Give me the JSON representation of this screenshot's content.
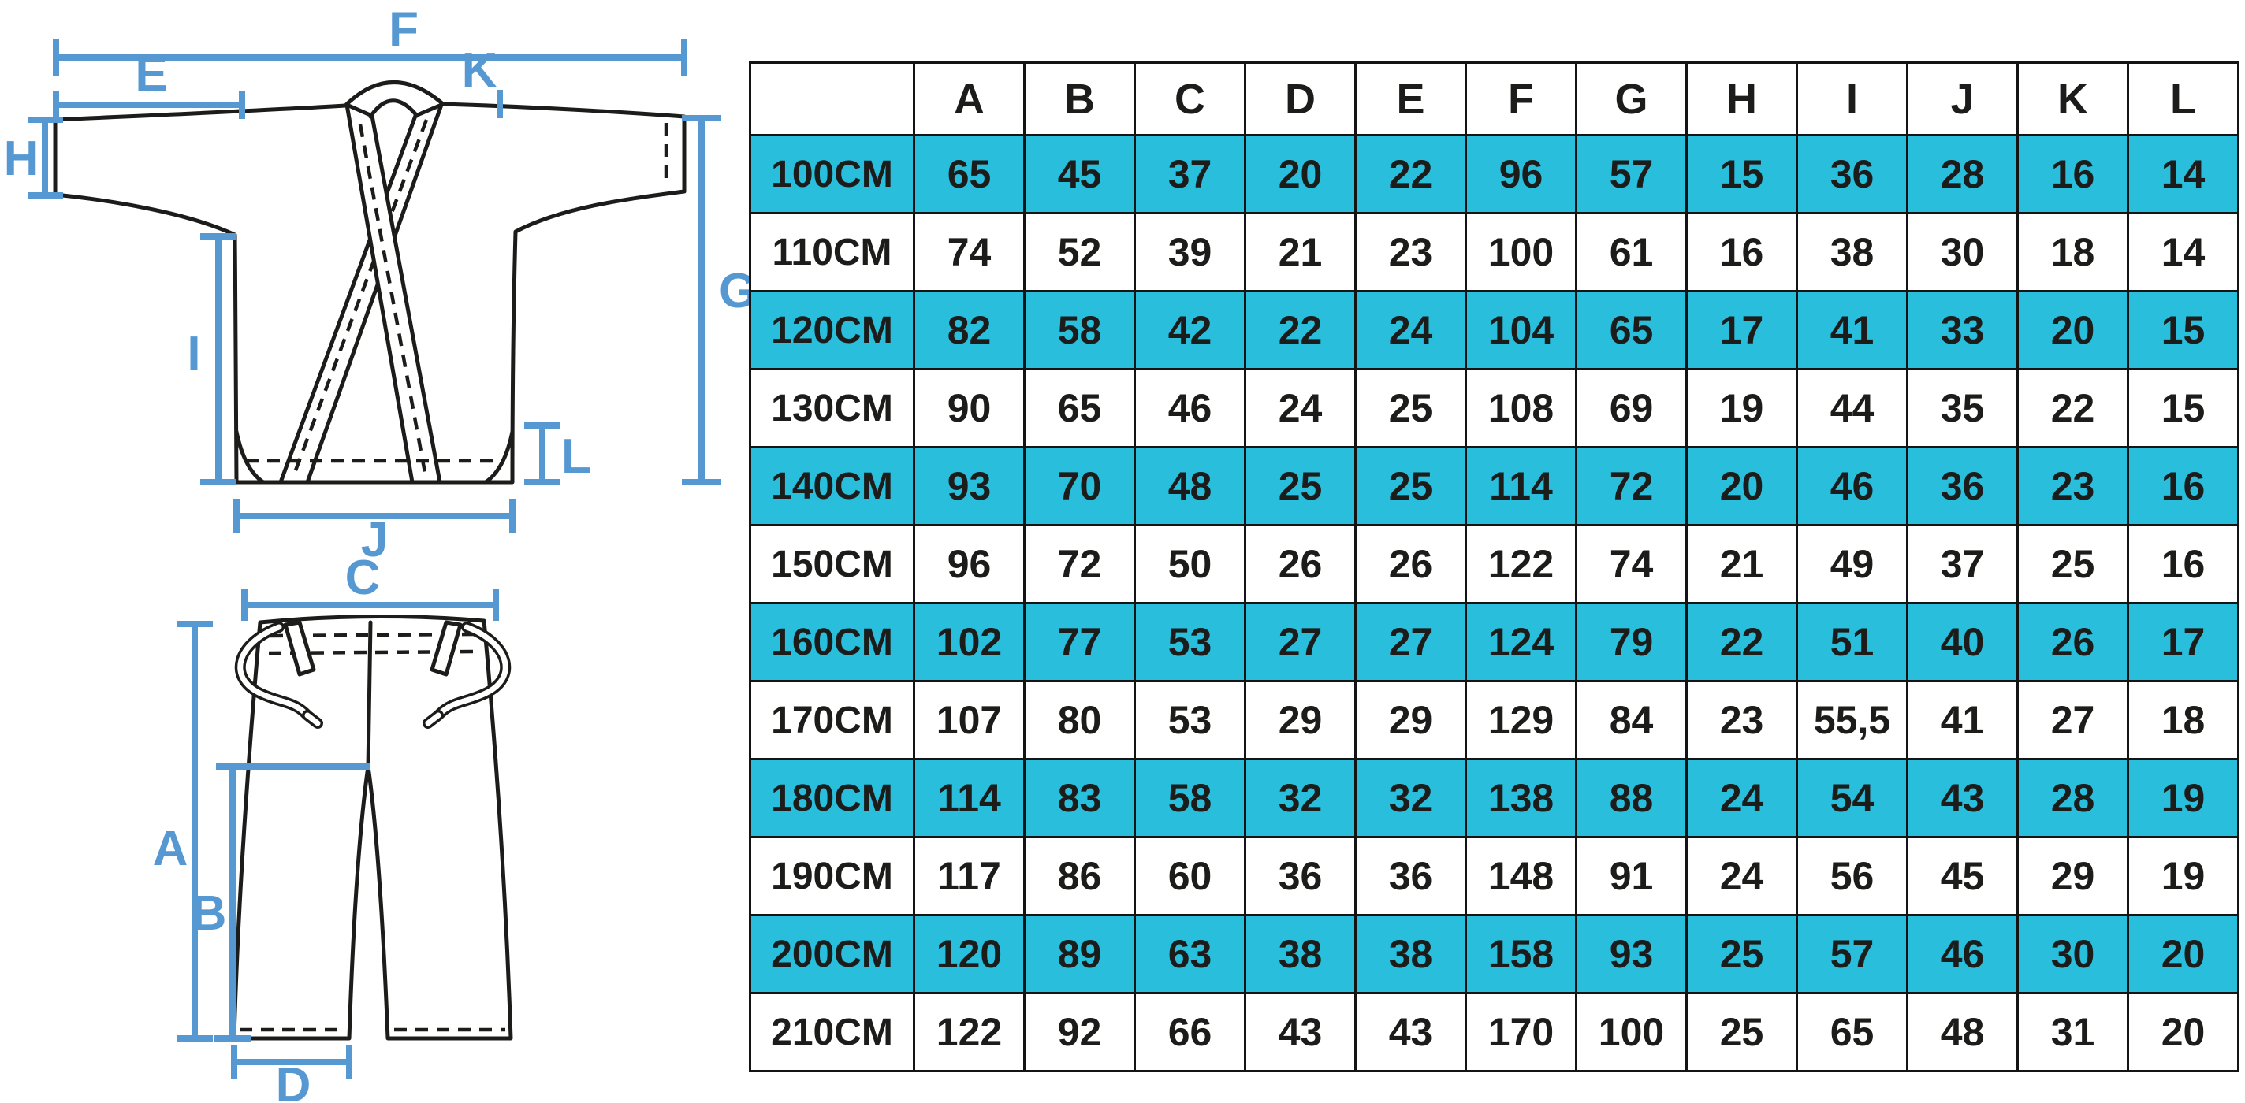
{
  "meta": {
    "accent_blue": "#5598d2",
    "highlight_cyan": "#28bedc",
    "ink": "#1c1c1a",
    "background": "#ffffff"
  },
  "diagram_labels": {
    "jacket": [
      "F",
      "E",
      "K",
      "H",
      "G",
      "I",
      "L",
      "J"
    ],
    "pants": [
      "C",
      "A",
      "B",
      "D"
    ]
  },
  "size_table": {
    "columns": [
      "A",
      "B",
      "C",
      "D",
      "E",
      "F",
      "G",
      "H",
      "I",
      "J",
      "K",
      "L"
    ],
    "corner": "",
    "rows": [
      {
        "size": "100CM",
        "highlighted": true,
        "values": [
          "65",
          "45",
          "37",
          "20",
          "22",
          "96",
          "57",
          "15",
          "36",
          "28",
          "16",
          "14"
        ]
      },
      {
        "size": "110CM",
        "highlighted": false,
        "values": [
          "74",
          "52",
          "39",
          "21",
          "23",
          "100",
          "61",
          "16",
          "38",
          "30",
          "18",
          "14"
        ]
      },
      {
        "size": "120CM",
        "highlighted": true,
        "values": [
          "82",
          "58",
          "42",
          "22",
          "24",
          "104",
          "65",
          "17",
          "41",
          "33",
          "20",
          "15"
        ]
      },
      {
        "size": "130CM",
        "highlighted": false,
        "values": [
          "90",
          "65",
          "46",
          "24",
          "25",
          "108",
          "69",
          "19",
          "44",
          "35",
          "22",
          "15"
        ]
      },
      {
        "size": "140CM",
        "highlighted": true,
        "values": [
          "93",
          "70",
          "48",
          "25",
          "25",
          "114",
          "72",
          "20",
          "46",
          "36",
          "23",
          "16"
        ]
      },
      {
        "size": "150CM",
        "highlighted": false,
        "values": [
          "96",
          "72",
          "50",
          "26",
          "26",
          "122",
          "74",
          "21",
          "49",
          "37",
          "25",
          "16"
        ]
      },
      {
        "size": "160CM",
        "highlighted": true,
        "values": [
          "102",
          "77",
          "53",
          "27",
          "27",
          "124",
          "79",
          "22",
          "51",
          "40",
          "26",
          "17"
        ]
      },
      {
        "size": "170CM",
        "highlighted": false,
        "values": [
          "107",
          "80",
          "53",
          "29",
          "29",
          "129",
          "84",
          "23",
          "55,5",
          "41",
          "27",
          "18"
        ]
      },
      {
        "size": "180CM",
        "highlighted": true,
        "values": [
          "114",
          "83",
          "58",
          "32",
          "32",
          "138",
          "88",
          "24",
          "54",
          "43",
          "28",
          "19"
        ]
      },
      {
        "size": "190CM",
        "highlighted": false,
        "values": [
          "117",
          "86",
          "60",
          "36",
          "36",
          "148",
          "91",
          "24",
          "56",
          "45",
          "29",
          "19"
        ]
      },
      {
        "size": "200CM",
        "highlighted": true,
        "values": [
          "120",
          "89",
          "63",
          "38",
          "38",
          "158",
          "93",
          "25",
          "57",
          "46",
          "30",
          "20"
        ]
      },
      {
        "size": "210CM",
        "highlighted": false,
        "values": [
          "122",
          "92",
          "66",
          "43",
          "43",
          "170",
          "100",
          "25",
          "65",
          "48",
          "31",
          "20"
        ]
      }
    ]
  }
}
